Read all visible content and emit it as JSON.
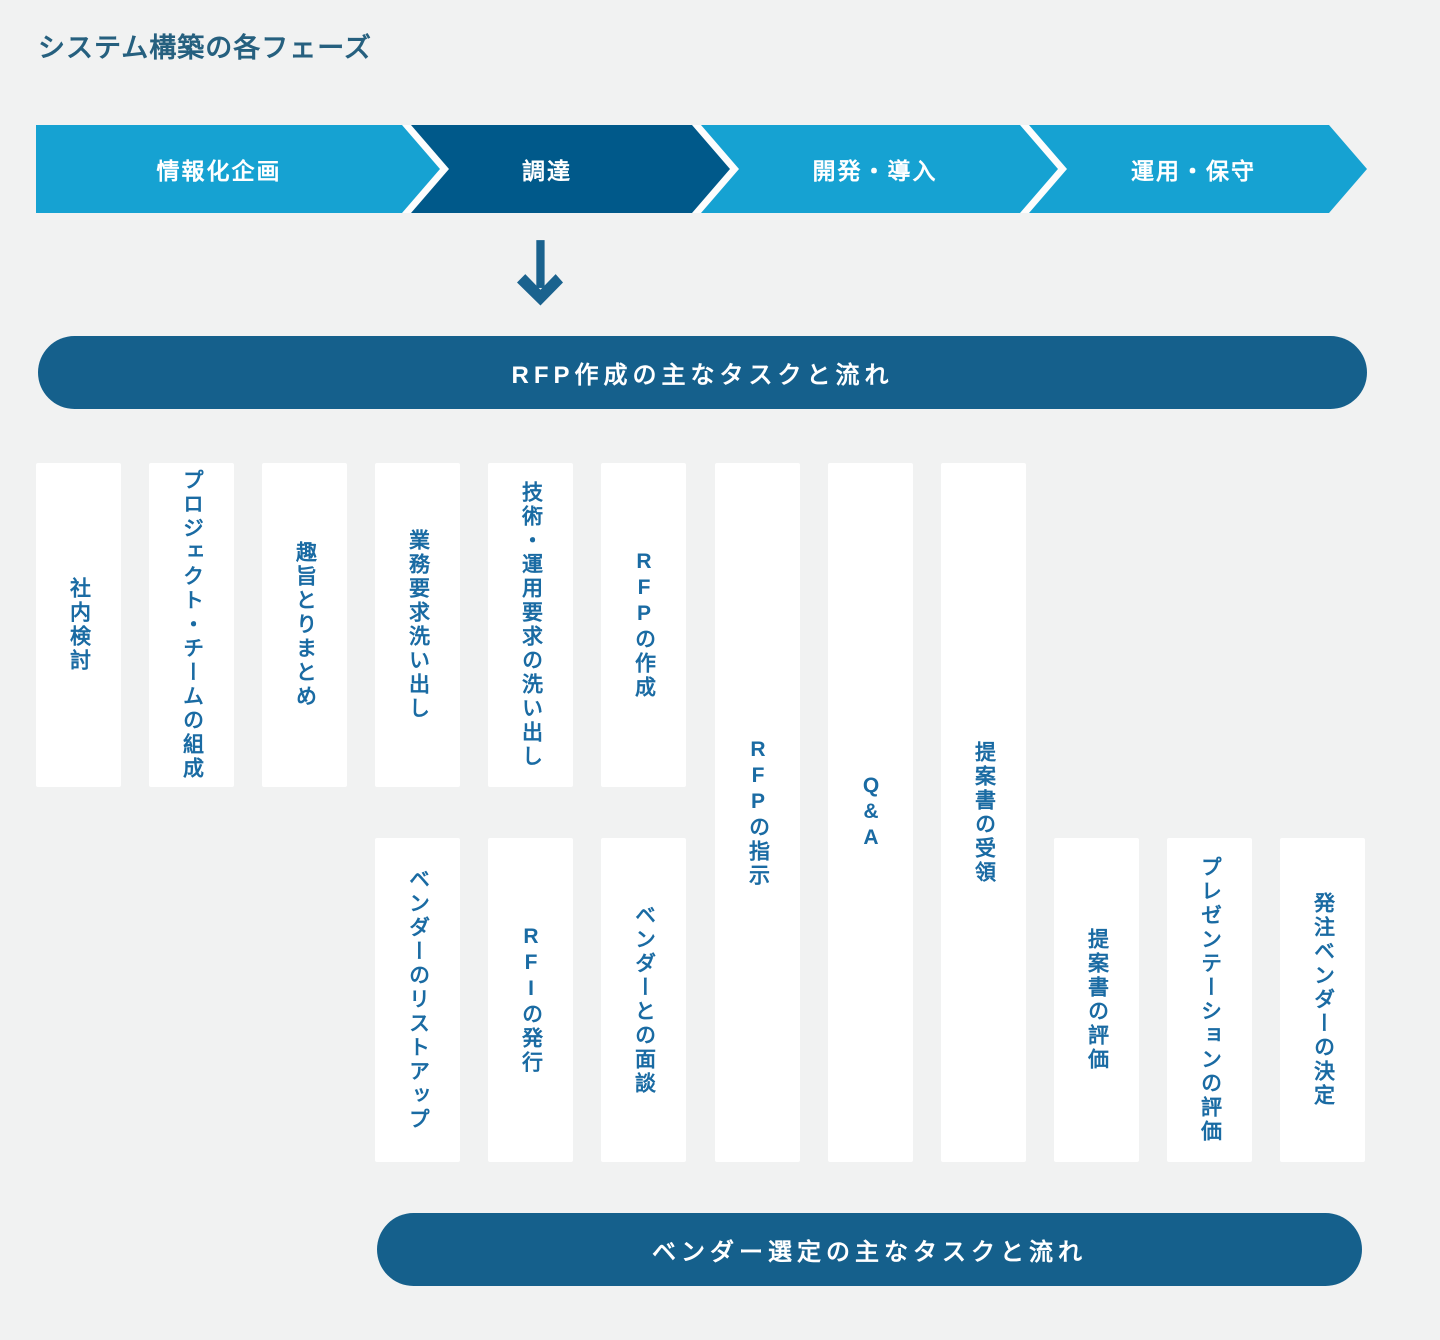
{
  "page": {
    "title": "システム構築の各フェーズ"
  },
  "phase_flow": {
    "phases": [
      {
        "label": "情報化企画",
        "active": false
      },
      {
        "label": "調達",
        "active": true
      },
      {
        "label": "開発・導入",
        "active": false
      },
      {
        "label": "運用・保守",
        "active": false
      }
    ]
  },
  "icons": {
    "down_arrow": "↓"
  },
  "banners": [
    {
      "label": "RFP作成の主なタスクと流れ"
    },
    {
      "label": "ベンダー選定の主なタスクと流れ"
    }
  ],
  "tasks": [
    {
      "label": "社内検討",
      "row": "top",
      "column": 1
    },
    {
      "label": "プロジェクト・チームの組成",
      "row": "top",
      "column": 2
    },
    {
      "label": "趣旨とりまとめ",
      "row": "top",
      "column": 3
    },
    {
      "label": "業務要求洗い出し",
      "row": "top",
      "column": 4
    },
    {
      "label": "技術・運用要求の洗い出し",
      "row": "top",
      "column": 5
    },
    {
      "label": "RFPの作成",
      "row": "top",
      "column": 6
    },
    {
      "label": "RFPの指示",
      "row": "full",
      "column": 7
    },
    {
      "label": "Q&A",
      "row": "full",
      "column": 8
    },
    {
      "label": "提案書の受領",
      "row": "full",
      "column": 9
    },
    {
      "label": "ベンダーのリストアップ",
      "row": "bottom",
      "column": 4
    },
    {
      "label": "RFIの発行",
      "row": "bottom",
      "column": 5
    },
    {
      "label": "ベンダーとの面談",
      "row": "bottom",
      "column": 6
    },
    {
      "label": "提案書の評価",
      "row": "bottom",
      "column": 10
    },
    {
      "label": "プレゼンテーションの評価",
      "row": "bottom",
      "column": 11
    },
    {
      "label": "発注ベンダーの決定",
      "row": "bottom",
      "column": 12
    }
  ],
  "colors": {
    "background": "#f1f2f2",
    "phase_light": "#16a2d2",
    "phase_dark": "#00598a",
    "banner": "#15608c",
    "task_text": "#1a6ba3",
    "title_text": "#26607f",
    "box_bg": "#ffffff",
    "down_arrow": "#1a628e"
  }
}
